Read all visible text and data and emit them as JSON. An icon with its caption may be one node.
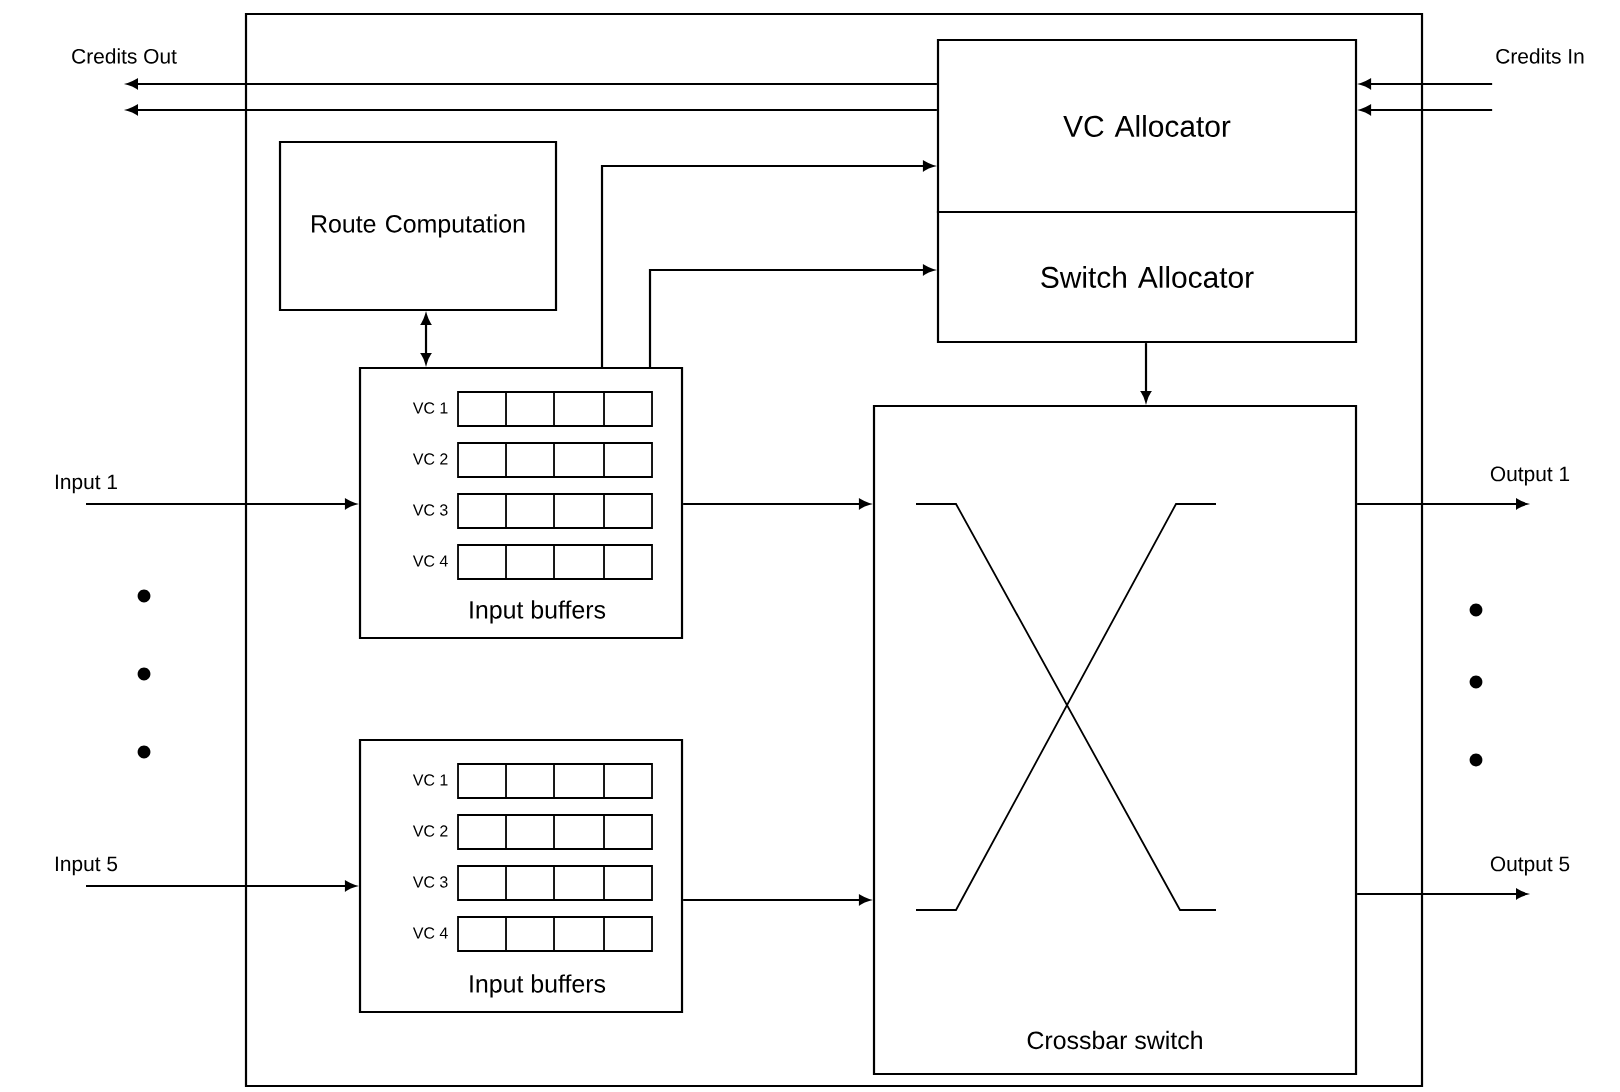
{
  "diagram": {
    "nodes": [
      {
        "text": [],
        "shape": "box"
      },
      {
        "text": [
          "VC Allocator"
        ],
        "in": 0
      },
      {
        "text": [
          "Switch Allocator"
        ],
        "in": 0
      },
      {
        "text": [
          "Route Computation"
        ],
        "in": 0
      },
      {
        "text": [
          "VC 1",
          "VC 2",
          "VC 3",
          "VC 4",
          "Input buffers"
        ],
        "in": 0
      },
      {
        "text": [
          "VC 1",
          "VC 2",
          "VC 3",
          "VC 4",
          "Input buffers"
        ],
        "in": 0
      },
      {
        "text": [
          "Crossbar switch"
        ],
        "in": 0
      },
      {
        "text": [
          "Credits Out"
        ]
      },
      {
        "text": [
          "Credits In"
        ]
      },
      {
        "text": [
          "Input 1"
        ]
      },
      {
        "text": [
          "Output 1"
        ]
      },
      {
        "text": [
          "Input 5"
        ]
      },
      {
        "text": [
          "Output 5"
        ]
      }
    ],
    "edges": [
      {
        "from": 1,
        "to": 7,
        "arrow": "to"
      },
      {
        "from": 1,
        "to": 7,
        "arrow": "to"
      },
      {
        "from": 8,
        "to": 1,
        "arrow": "to"
      },
      {
        "from": 8,
        "to": 1,
        "arrow": "to"
      },
      {
        "from": 4,
        "to": 1,
        "arrow": "to"
      },
      {
        "from": 4,
        "to": 2,
        "arrow": "to"
      },
      {
        "from": 3,
        "to": 4,
        "arrow": "both"
      },
      {
        "from": 2,
        "to": 6,
        "arrow": "to"
      },
      {
        "from": 9,
        "to": 4,
        "arrow": "to"
      },
      {
        "from": 11,
        "to": 5,
        "arrow": "to"
      },
      {
        "from": 4,
        "to": 6,
        "arrow": "to"
      },
      {
        "from": 5,
        "to": 6,
        "arrow": "to"
      },
      {
        "from": 6,
        "to": 10,
        "arrow": "to"
      },
      {
        "from": 6,
        "to": 12,
        "arrow": "to"
      }
    ]
  }
}
